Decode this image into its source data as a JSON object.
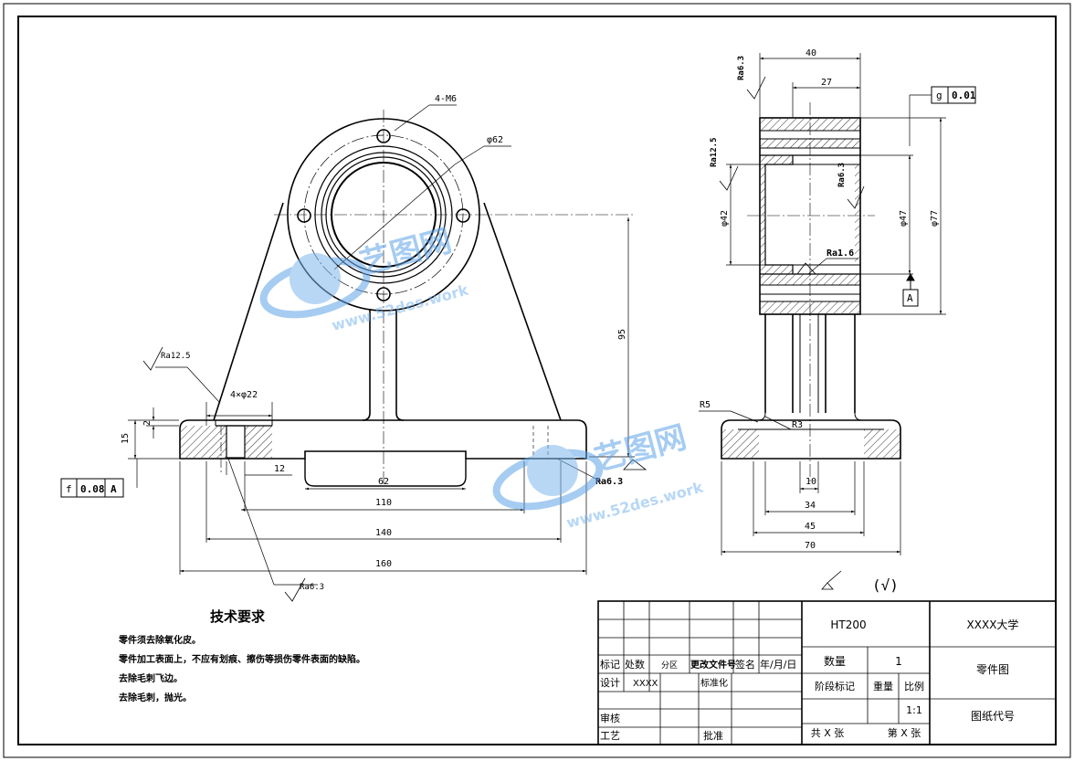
{
  "drawing": {
    "front_view": {
      "holes_callout": "4-M6",
      "bolt_circle": "φ62",
      "height": "95",
      "base_height": "15",
      "step": "2",
      "counterbore": "4×φ22",
      "dim_12": "12",
      "dim_62": "62",
      "dim_110": "110",
      "dim_140": "140",
      "dim_160": "160",
      "rough_base": "Ra12.5",
      "rough_bottom": "Ra6.3",
      "rough_hole": "Ra6.3",
      "flatness_symbol": "f",
      "flatness_value": "0.08",
      "datum": "A"
    },
    "side_view": {
      "dim_40": "40",
      "dim_27": "27",
      "dia_42": "φ42",
      "dia_47": "φ47",
      "dia_77": "φ77",
      "rough_top": "Ra6.3",
      "rough_left": "Ra12.5",
      "rough_inner": "Ra6.3",
      "rough_bore": "Ra1.6",
      "tol_symbol": "g",
      "tol_value": "0.01",
      "datum": "A",
      "r5": "R5",
      "r3": "R3",
      "dim_10": "10",
      "dim_34": "34",
      "dim_45": "45",
      "dim_70": "70"
    },
    "general_roughness": "(√)"
  },
  "watermark": {
    "name": "艺图网",
    "url": "www.52des.work"
  },
  "requirements": {
    "title": "技术要求",
    "items": [
      "零件须去除氧化皮。",
      "零件加工表面上，不应有划痕、擦伤等损伤零件表面的缺陷。",
      "去除毛刺飞边。",
      "去除毛刺，抛光。"
    ]
  },
  "title_block": {
    "material": "HT200",
    "school": "XXXX大学",
    "part_name": "零件图",
    "drawing_no": "图纸代号",
    "qty_label": "数量",
    "qty_value": "1",
    "stage_label": "阶段标记",
    "weight_label": "重量",
    "scale_label": "比例",
    "scale_value": "1:1",
    "total_sheets": "共 X 张",
    "sheet_no": "第 X 张",
    "h_mark": "标记",
    "h_count": "处数",
    "h_zone": "分区",
    "h_change": "更改文件号",
    "h_sign": "签名",
    "h_date": "年/月/日",
    "design": "设计",
    "designer": "XXXX",
    "standard": "标准化",
    "review": "审核",
    "process": "工艺",
    "approve": "批准"
  }
}
